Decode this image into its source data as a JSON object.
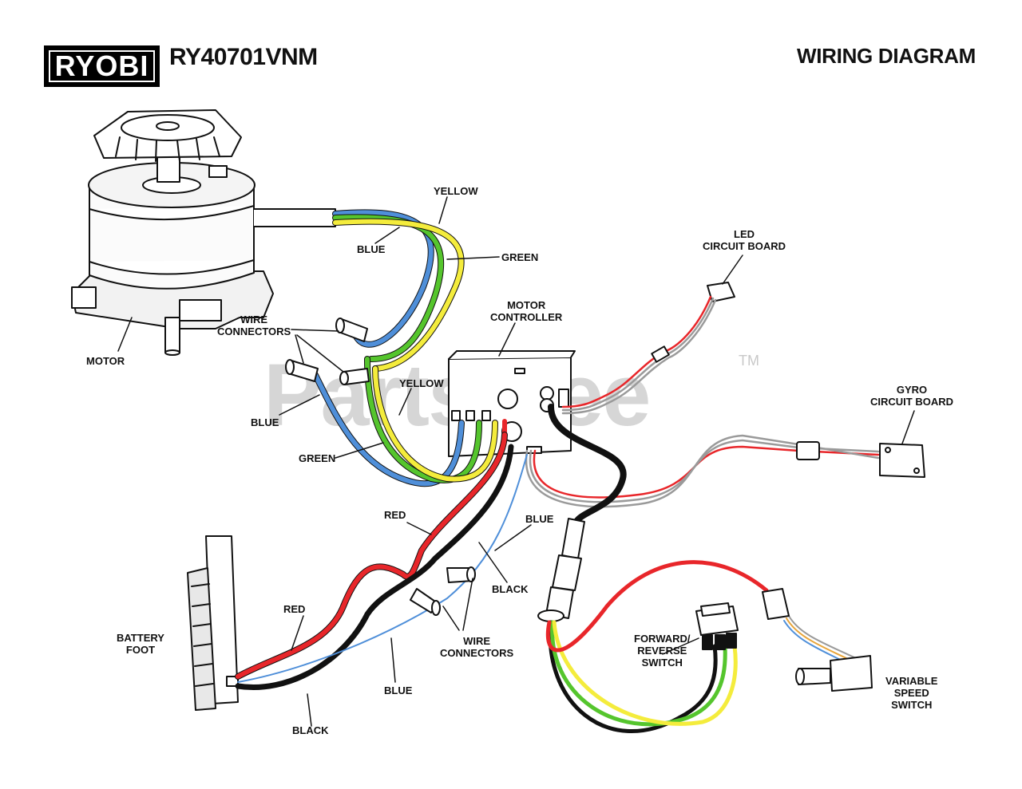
{
  "header": {
    "brand": "RYOBI",
    "model": "RY40701VNM",
    "title": "WIRING DIAGRAM"
  },
  "watermark": {
    "text": "PartsTree",
    "tm": "TM"
  },
  "labels": {
    "yellow_top": "YELLOW",
    "blue_top": "BLUE",
    "green_top": "GREEN",
    "motor": "MOTOR",
    "wire_connectors_top": "WIRE\nCONNECTORS",
    "yellow_mid": "YELLOW",
    "blue_mid": "BLUE",
    "green_mid": "GREEN",
    "motor_controller": "MOTOR\nCONTROLLER",
    "led_board": "LED\nCIRCUIT BOARD",
    "gyro_board": "GYRO\nCIRCUIT BOARD",
    "red_mid": "RED",
    "blue_right": "BLUE",
    "black_mid": "BLACK",
    "red_low": "RED",
    "battery_foot": "BATTERY\nFOOT",
    "wire_connectors_low": "WIRE\nCONNECTORS",
    "blue_low": "BLUE",
    "black_low": "BLACK",
    "forward_reverse": "FORWARD/\nREVERSE\nSWITCH",
    "variable_speed": "VARIABLE\nSPEED\nSWITCH"
  },
  "wire_colors": {
    "yellow": "#f4ec3c",
    "green": "#55c52d",
    "blue": "#4f8fd9",
    "red": "#e8262a",
    "black": "#111111",
    "gray": "#9a9a9a"
  }
}
